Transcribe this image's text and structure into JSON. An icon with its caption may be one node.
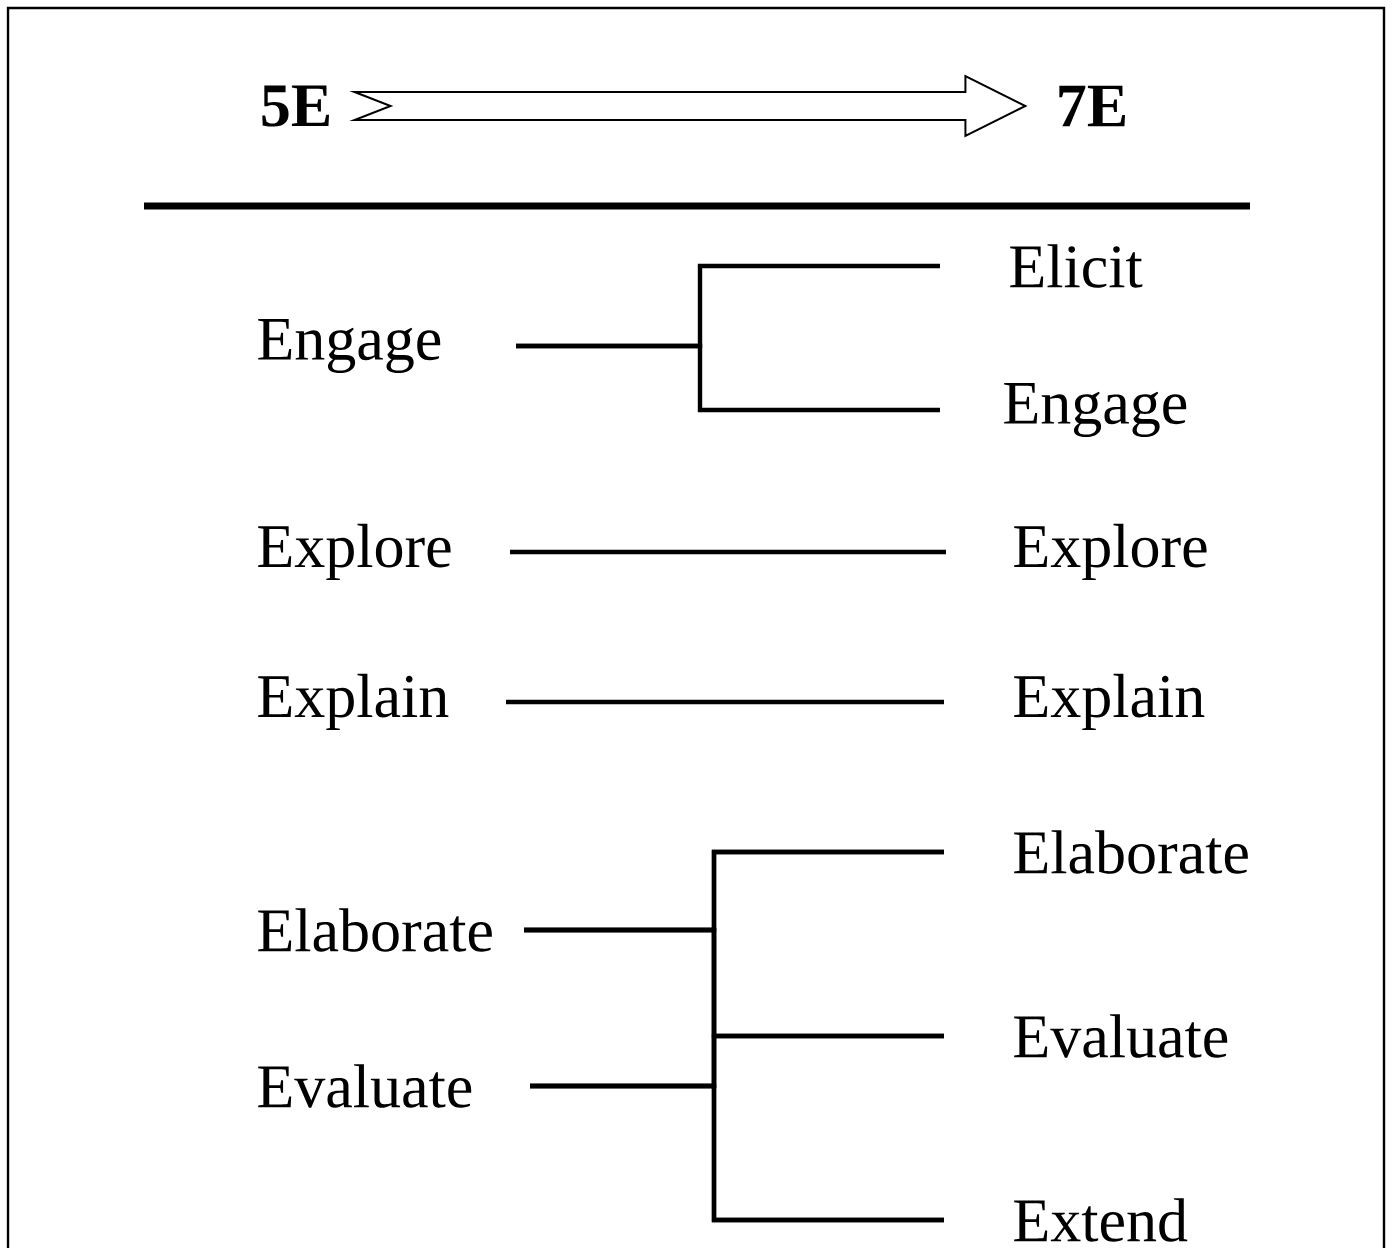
{
  "diagram": {
    "nodes": [
      {
        "text": [
          "5E"
        ]
      },
      {
        "text": [
          "7E"
        ]
      },
      {
        "text": [
          "Engage"
        ]
      },
      {
        "text": [
          "Explore"
        ]
      },
      {
        "text": [
          "Explain"
        ]
      },
      {
        "text": [
          "Elaborate"
        ]
      },
      {
        "text": [
          "Evaluate"
        ]
      },
      {
        "text": [
          "Elicit"
        ]
      },
      {
        "text": [
          "Engage"
        ]
      },
      {
        "text": [
          "Explore"
        ]
      },
      {
        "text": [
          "Explain"
        ]
      },
      {
        "text": [
          "Elaborate"
        ]
      },
      {
        "text": [
          "Evaluate"
        ]
      },
      {
        "text": [
          "Extend"
        ]
      }
    ],
    "edges": [
      {
        "from": 0,
        "to": 1,
        "arrow": "to"
      },
      {
        "from": 2,
        "to": 7,
        "arrow": "none"
      },
      {
        "from": 2,
        "to": 8,
        "arrow": "none"
      },
      {
        "from": 3,
        "to": 9,
        "arrow": "none"
      },
      {
        "from": 4,
        "to": 10,
        "arrow": "none"
      },
      {
        "from": 5,
        "to": 11,
        "arrow": "none"
      },
      {
        "from": 5,
        "to": 12,
        "arrow": "none"
      },
      {
        "from": 5,
        "to": 13,
        "arrow": "none"
      },
      {
        "from": 6,
        "to": 11,
        "arrow": "none"
      },
      {
        "from": 6,
        "to": 12,
        "arrow": "none"
      },
      {
        "from": 6,
        "to": 13,
        "arrow": "none"
      }
    ]
  }
}
